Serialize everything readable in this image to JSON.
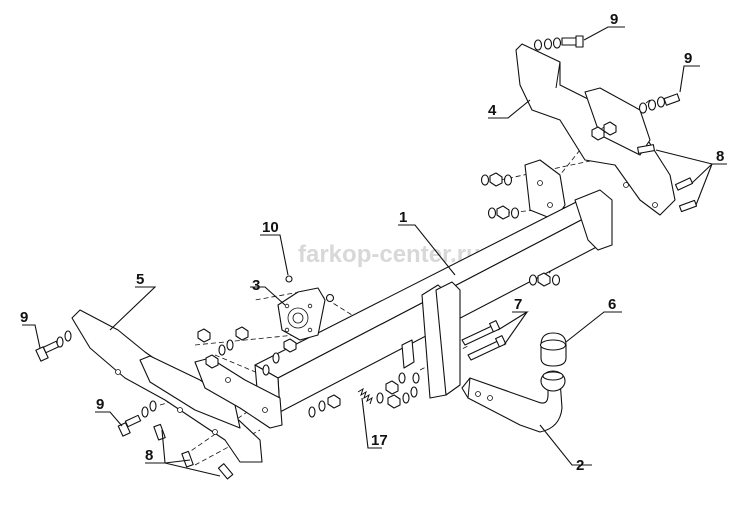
{
  "watermark": "farkop-center.ru",
  "callouts": {
    "c1": "1",
    "c2": "2",
    "c3": "3",
    "c4": "4",
    "c5": "5",
    "c6": "6",
    "c7": "7",
    "c8_right": "8",
    "c8_left": "8",
    "c9_top": "9",
    "c9_right": "9",
    "c9_left_upper": "9",
    "c9_left_lower": "9",
    "c10": "10",
    "c17": "17"
  }
}
